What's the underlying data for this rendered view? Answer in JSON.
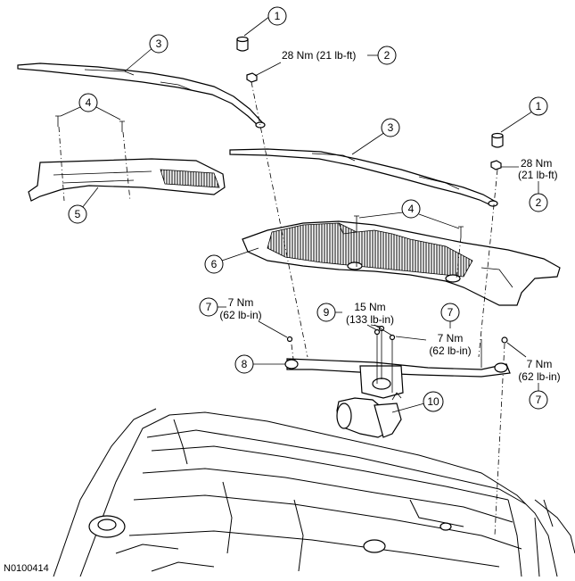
{
  "figure_id": "N0100414",
  "callouts": {
    "c1a": "1",
    "c1b": "1",
    "c2a": "2",
    "c2b": "2",
    "c3a": "3",
    "c3b": "3",
    "c4a": "4",
    "c4b": "4",
    "c5": "5",
    "c6": "6",
    "c7a": "7",
    "c7b": "7",
    "c7c": "7",
    "c8": "8",
    "c9": "9",
    "c10": "10"
  },
  "torque": {
    "t2a": "28 Nm (21 lb-ft)",
    "t2b_l1": "28 Nm",
    "t2b_l2": "(21 lb-ft)",
    "t7a_l1": "7 Nm",
    "t7a_l2": "(62 lb-in)",
    "t9_l1": "15 Nm",
    "t9_l2": "(133 lb-in)",
    "t7b_l1": "7 Nm",
    "t7b_l2": "(62 lb-in)",
    "t7c_l1": "7 Nm",
    "t7c_l2": "(62 lb-in)"
  }
}
